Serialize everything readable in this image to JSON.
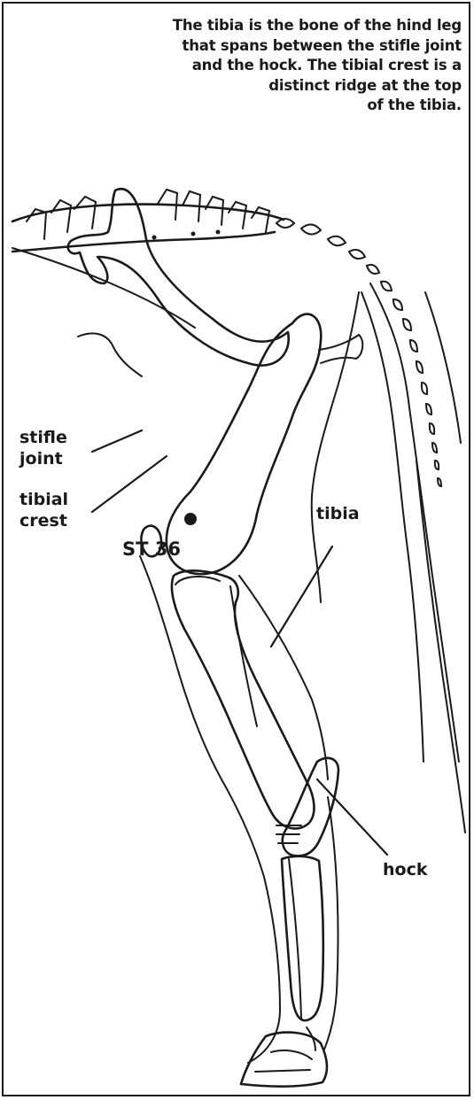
{
  "caption": "The tibia is the bone of the hind leg\nthat spans between the stifle joint\nand the hock. The tibial crest is a\ndistinct ridge at the top\nof the tibia.",
  "labels": {
    "stifle_joint": [
      "stifle",
      "joint"
    ],
    "tibial_crest": [
      "tibial",
      "crest"
    ],
    "st36": "ST 36",
    "tibia": "tibia",
    "hock": "hock"
  },
  "colors": {
    "ink": "#1a1a1a",
    "background": "#ffffff"
  }
}
